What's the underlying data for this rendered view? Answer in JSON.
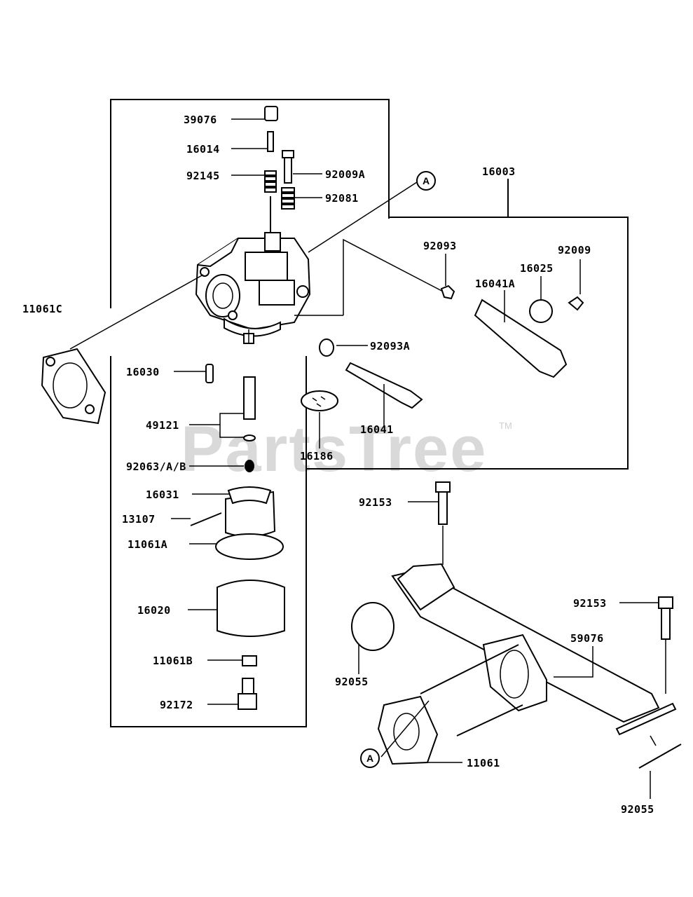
{
  "watermark": {
    "text": "PartsTree",
    "trademark": "TM"
  },
  "callouts": {
    "a_top": "A",
    "a_bottom": "A"
  },
  "labels": {
    "p39076": "39076",
    "p16014": "16014",
    "p92145": "92145",
    "p92009A": "92009A",
    "p92081": "92081",
    "p11061C": "11061C",
    "p16003": "16003",
    "p92093": "92093",
    "p92009": "92009",
    "p16025": "16025",
    "p16041A": "16041A",
    "p92093A": "92093A",
    "p16030": "16030",
    "p49121": "49121",
    "p92063AB": "92063/A/B",
    "p16041": "16041",
    "p16186": "16186",
    "p16031": "16031",
    "p13107": "13107",
    "p11061A": "11061A",
    "p92153a": "92153",
    "p16020": "16020",
    "p92153b": "92153",
    "p59076": "59076",
    "p11061B": "11061B",
    "p92055a": "92055",
    "p92172": "92172",
    "p11061": "11061",
    "p92055b": "92055"
  }
}
